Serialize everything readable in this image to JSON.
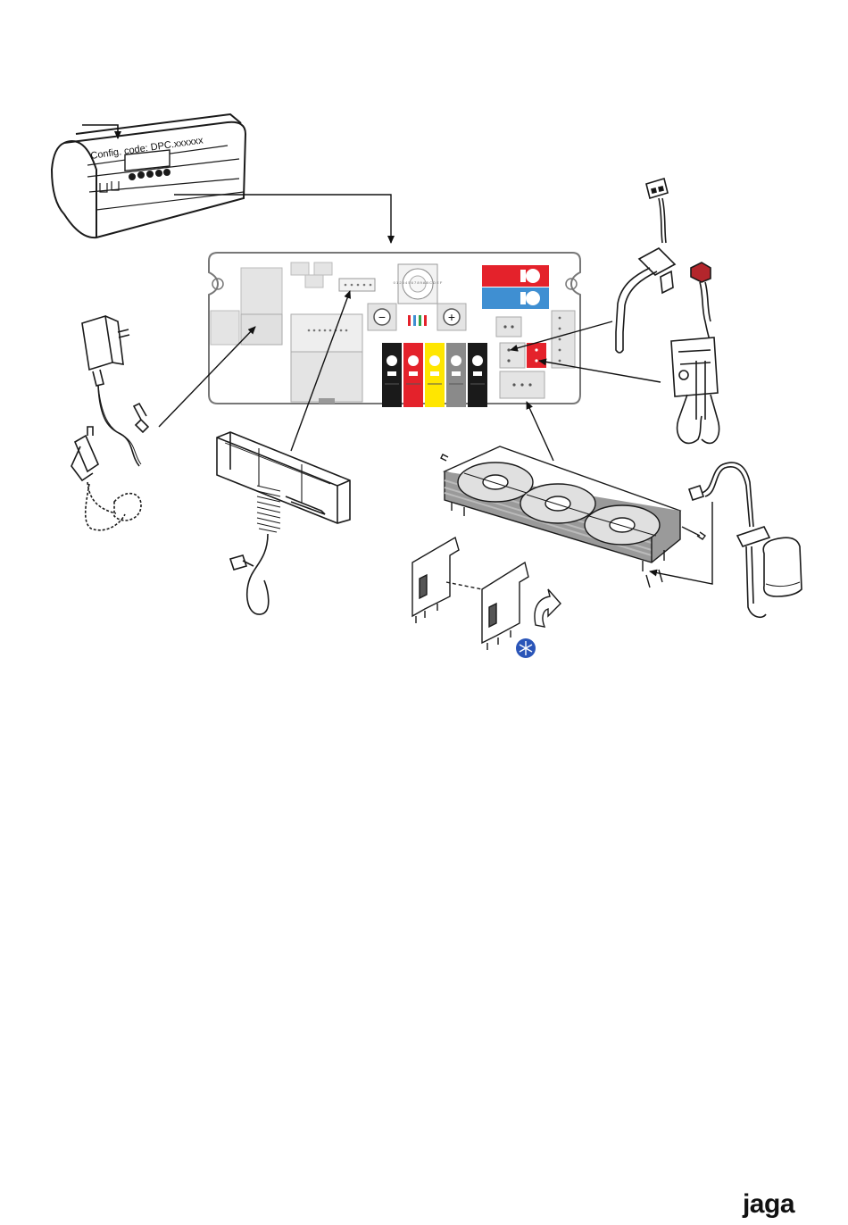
{
  "config_label": "Config. code: DPC.xxxxxx",
  "dial_label": "0 1 2 3 4 5 6 7 8 9 A B C D E F",
  "minus_symbol": "−",
  "plus_symbol": "+",
  "brand": "jaga",
  "colors": {
    "red": "#e4222b",
    "blue": "#3f8fd2",
    "yellow": "#ffe600",
    "grey": "#8a8a8a",
    "black": "#1a1a1a",
    "snowflake_blue": "#2a55b8",
    "connector_red": "#b3262c"
  },
  "terminal_colors": [
    "black",
    "red",
    "yellow",
    "grey",
    "black"
  ],
  "icons": [
    "power-adapter-icon",
    "room-thermostat-icon",
    "fan-unit-icon",
    "temperature-sensor-icon",
    "pipe-sensor-clip-icon",
    "condensation-sensor-icon",
    "snowflake-icon",
    "rotate-arrow-icon"
  ]
}
